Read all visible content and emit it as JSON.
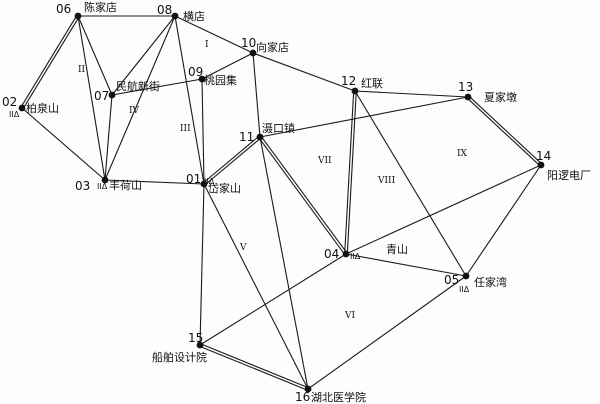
{
  "nodes": [
    {
      "id": "06",
      "name": "陈家店",
      "cls": ""
    },
    {
      "id": "08",
      "name": "横店",
      "cls": ""
    },
    {
      "id": "10",
      "name": "向家店",
      "cls": ""
    },
    {
      "id": "09",
      "name": "桃园集",
      "cls": ""
    },
    {
      "id": "07",
      "name": "民航新街",
      "cls": ""
    },
    {
      "id": "02",
      "name": "柏泉山",
      "cls": "IIΔ"
    },
    {
      "id": "03",
      "name": "丰荷山",
      "cls": "IIΔ"
    },
    {
      "id": "01",
      "name": "岱家山",
      "cls": "IIΔ"
    },
    {
      "id": "11",
      "name": "滠口镇",
      "cls": ""
    },
    {
      "id": "12",
      "name": "红联",
      "cls": ""
    },
    {
      "id": "13",
      "name": "夏家墩",
      "cls": ""
    },
    {
      "id": "14",
      "name": "阳逻电厂",
      "cls": ""
    },
    {
      "id": "04",
      "name": "青山",
      "cls": "IIΔ"
    },
    {
      "id": "05",
      "name": "任家湾",
      "cls": "IIΔ"
    },
    {
      "id": "15",
      "name": "船舶设计院",
      "cls": ""
    },
    {
      "id": "16",
      "name": "湖北医学院",
      "cls": ""
    }
  ],
  "regions": [
    "I",
    "II",
    "III",
    "IV",
    "V",
    "VI",
    "VII",
    "VIII",
    "IX"
  ]
}
